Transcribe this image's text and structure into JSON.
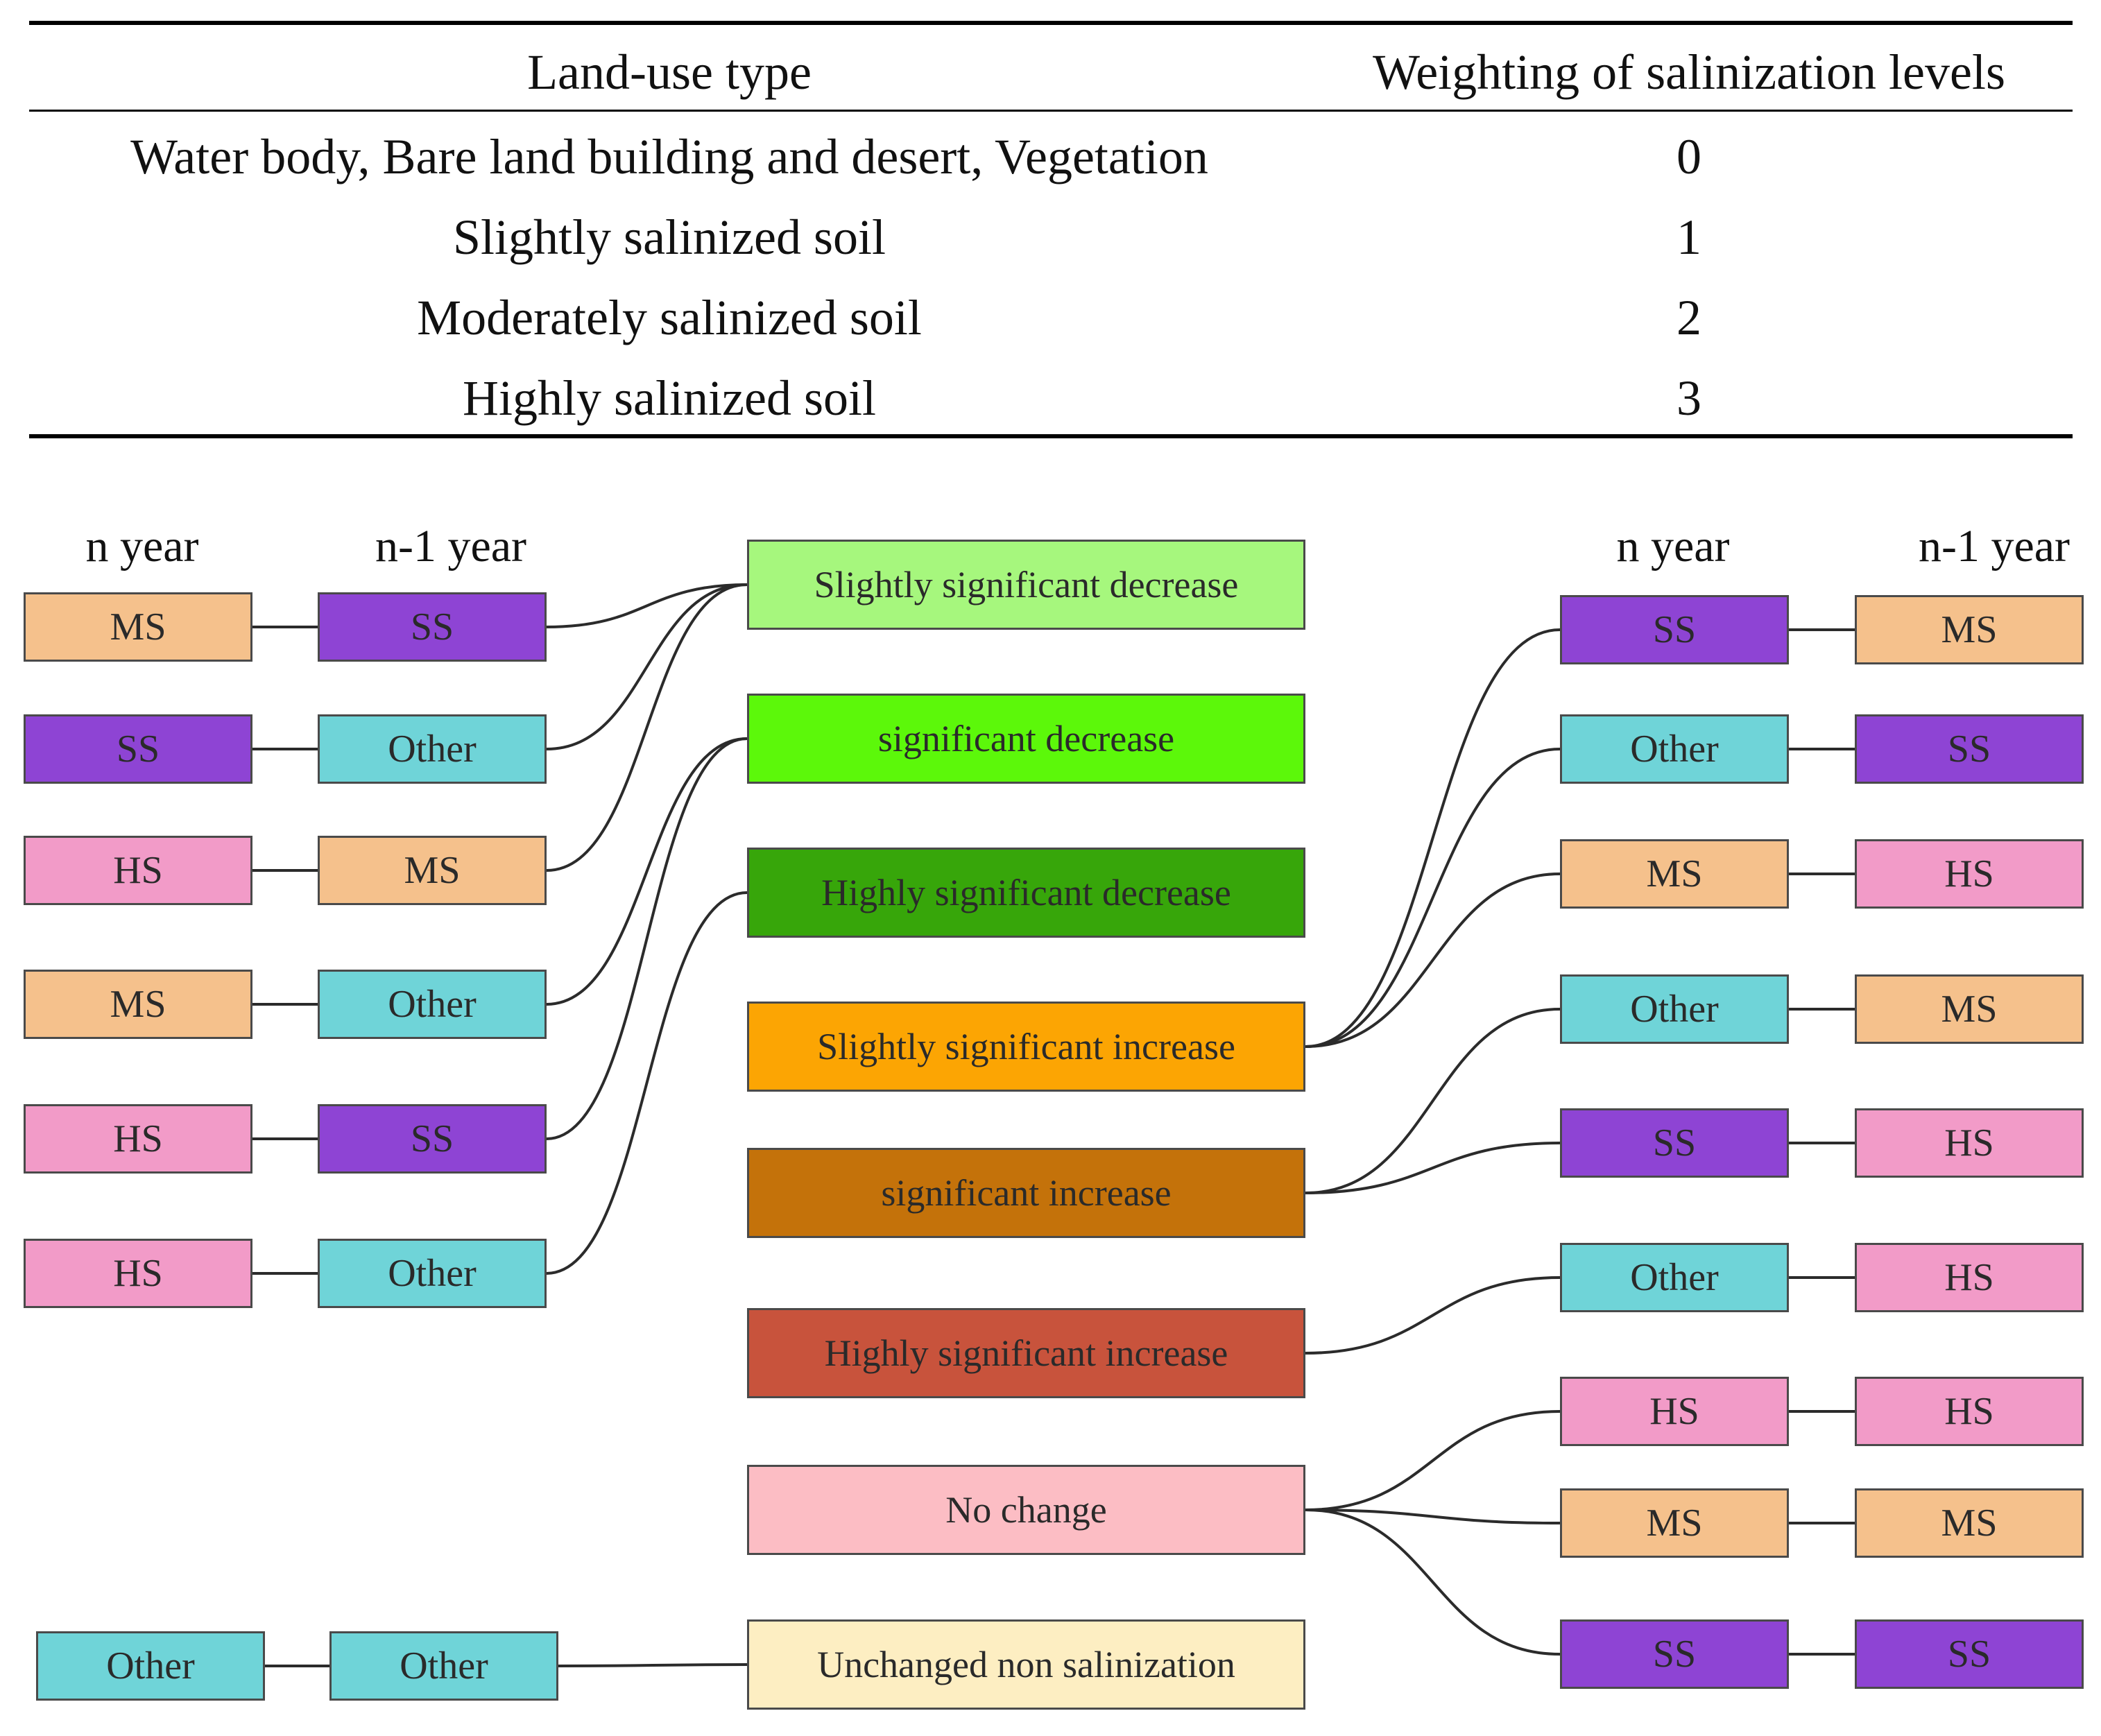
{
  "colors": {
    "SS": "#8e44d4",
    "MS": "#f5c18c",
    "HS": "#f29bc8",
    "Other": "#6fd4d8",
    "slightly_sig_decrease": "#a6f77d",
    "sig_decrease": "#5cf80a",
    "highly_sig_decrease": "#37a60a",
    "slightly_sig_increase": "#fca503",
    "sig_increase": "#c4720a",
    "highly_sig_increase": "#c8533c",
    "no_change": "#fcbdc4",
    "unchanged_non_salinization": "#fdeec2",
    "link": "#2b2b2b"
  },
  "table": {
    "headers": [
      "Land-use type",
      "Weighting of salinization levels"
    ],
    "rows": [
      [
        "Water body, Bare land building and desert, Vegetation",
        "0"
      ],
      [
        "Slightly salinized soil",
        "1"
      ],
      [
        "Moderately salinized soil",
        "2"
      ],
      [
        "Highly salinized soil",
        "3"
      ]
    ]
  },
  "column_headers": {
    "left_n": "n year",
    "left_n1": "n-1  year",
    "right_n": "n year",
    "right_n1": "n-1  year"
  },
  "categories": [
    {
      "label": "Slightly significant decrease",
      "color_key": "slightly_sig_decrease"
    },
    {
      "label": "significant decrease",
      "color_key": "sig_decrease"
    },
    {
      "label": "Highly significant decrease",
      "color_key": "highly_sig_decrease"
    },
    {
      "label": "Slightly significant increase",
      "color_key": "slightly_sig_increase"
    },
    {
      "label": "significant increase",
      "color_key": "sig_increase"
    },
    {
      "label": "Highly significant increase",
      "color_key": "highly_sig_increase"
    },
    {
      "label": "No change",
      "color_key": "no_change"
    },
    {
      "label": "Unchanged non salinization",
      "color_key": "unchanged_non_salinization"
    }
  ],
  "left_pairs": [
    {
      "n": "MS",
      "n1": "SS",
      "category": 0
    },
    {
      "n": "SS",
      "n1": "Other",
      "category": 0
    },
    {
      "n": "HS",
      "n1": "MS",
      "category": 0
    },
    {
      "n": "MS",
      "n1": "Other",
      "category": 1
    },
    {
      "n": "HS",
      "n1": "SS",
      "category": 1
    },
    {
      "n": "HS",
      "n1": "Other",
      "category": 2
    },
    {
      "n": "Other",
      "n1": "Other",
      "category": 7
    }
  ],
  "right_pairs": [
    {
      "n": "SS",
      "n1": "MS",
      "category": 3
    },
    {
      "n": "Other",
      "n1": "SS",
      "category": 3
    },
    {
      "n": "MS",
      "n1": "HS",
      "category": 3
    },
    {
      "n": "Other",
      "n1": "MS",
      "category": 4
    },
    {
      "n": "SS",
      "n1": "HS",
      "category": 4
    },
    {
      "n": "Other",
      "n1": "HS",
      "category": 5
    },
    {
      "n": "HS",
      "n1": "HS",
      "category": 6
    },
    {
      "n": "MS",
      "n1": "MS",
      "category": 6
    },
    {
      "n": "SS",
      "n1": "SS",
      "category": 6
    }
  ]
}
